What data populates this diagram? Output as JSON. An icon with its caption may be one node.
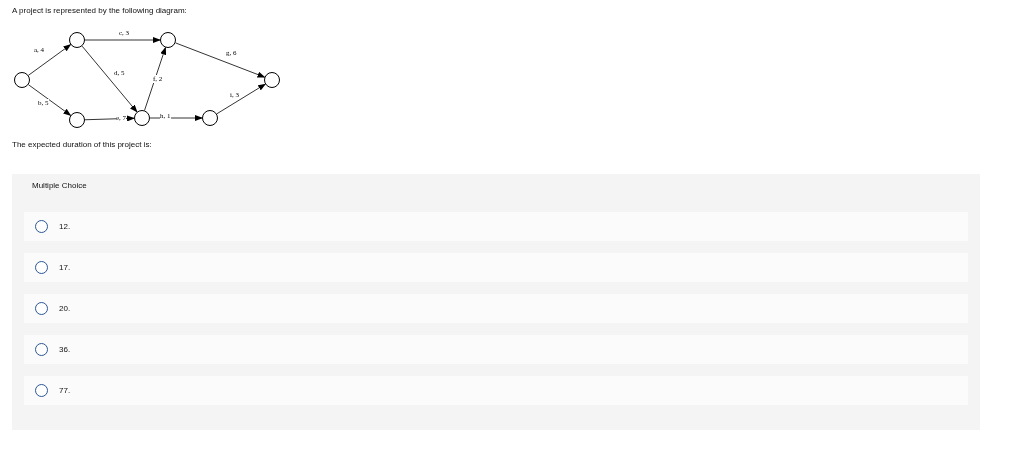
{
  "diagram": {
    "nodes": [
      {
        "text": [],
        "shape": "circle"
      },
      {
        "text": [],
        "shape": "circle"
      },
      {
        "text": [],
        "shape": "circle"
      },
      {
        "text": [],
        "shape": "circle"
      },
      {
        "text": [],
        "shape": "circle"
      },
      {
        "text": [],
        "shape": "circle"
      },
      {
        "text": [],
        "shape": "circle"
      }
    ],
    "edges": [
      {
        "from": 0,
        "to": 1,
        "arrow": "to",
        "label": "a, 4"
      },
      {
        "from": 0,
        "to": 2,
        "arrow": "to",
        "label": "b, 5"
      },
      {
        "from": 1,
        "to": 4,
        "arrow": "to",
        "label": "c, 3"
      },
      {
        "from": 1,
        "to": 3,
        "arrow": "to",
        "label": "d, 5"
      },
      {
        "from": 2,
        "to": 3,
        "arrow": "to",
        "label": "e, 7"
      },
      {
        "from": 3,
        "to": 4,
        "arrow": "to",
        "label": "f, 2"
      },
      {
        "from": 4,
        "to": 6,
        "arrow": "to",
        "label": "g, 6"
      },
      {
        "from": 3,
        "to": 5,
        "arrow": "to",
        "label": "h, 1"
      },
      {
        "from": 5,
        "to": 6,
        "arrow": "to",
        "label": "i, 3"
      }
    ],
    "labels": [
      "A project is represented by the following diagram:",
      "The expected duration of this project is:",
      "Multiple Choice",
      "12.",
      "17.",
      "20.",
      "36.",
      "77."
    ]
  }
}
